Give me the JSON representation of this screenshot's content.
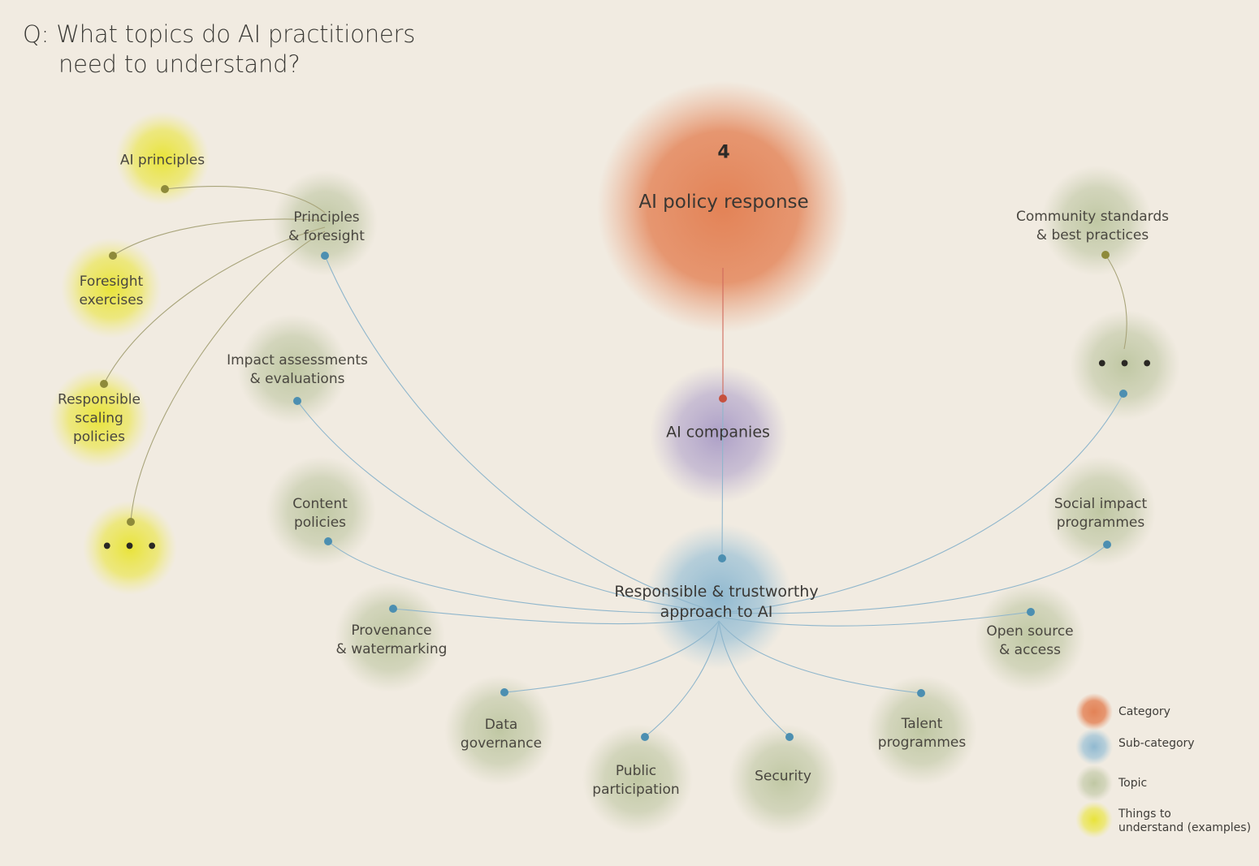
{
  "question": {
    "line1": "Q: What topics do AI practitioners",
    "line2": "need to understand?"
  },
  "colors": {
    "background": "#f1ebe1",
    "category": "#e27d4f",
    "subcategory": "#7fb0cd",
    "company": "#9b8cc0",
    "topic": "#9fb07a",
    "thing": "#e8e330",
    "line_blue": "#8fb6cc",
    "line_red": "#d06a5c",
    "line_olive": "#a8a47a",
    "dot_blue": "#4c8fb1",
    "dot_red": "#c6513e",
    "dot_olive": "#8e8a3a"
  },
  "category": {
    "number": "4",
    "label": "AI policy response"
  },
  "company": {
    "label": "AI companies"
  },
  "subcategory": {
    "label": "Responsible & trustworthy\napproach to AI"
  },
  "topics": [
    {
      "id": "principles",
      "label": "Principles\n& foresight"
    },
    {
      "id": "impact",
      "label": "Impact assessments\n& evaluations"
    },
    {
      "id": "content",
      "label": "Content\npolicies"
    },
    {
      "id": "provenance",
      "label": "Provenance\n& watermarking"
    },
    {
      "id": "data",
      "label": "Data\ngovernance"
    },
    {
      "id": "public",
      "label": "Public\nparticipation"
    },
    {
      "id": "security",
      "label": "Security"
    },
    {
      "id": "talent",
      "label": "Talent\nprogrammes"
    },
    {
      "id": "opensource",
      "label": "Open source\n& access"
    },
    {
      "id": "social",
      "label": "Social impact\nprogrammes"
    },
    {
      "id": "more",
      "label": "• • •"
    },
    {
      "id": "community",
      "label": "Community standards\n& best practices"
    }
  ],
  "things": [
    {
      "id": "ai-principles",
      "label": "AI principles"
    },
    {
      "id": "foresight",
      "label": "Foresight\nexercises"
    },
    {
      "id": "rsp",
      "label": "Responsible\nscaling\npolicies"
    },
    {
      "id": "more-things",
      "label": "• • •"
    }
  ],
  "legend": [
    {
      "id": "category",
      "label": "Category"
    },
    {
      "id": "subcategory",
      "label": "Sub-category"
    },
    {
      "id": "topic",
      "label": "Topic"
    },
    {
      "id": "things",
      "label": "Things to\nunderstand (examples)"
    }
  ]
}
